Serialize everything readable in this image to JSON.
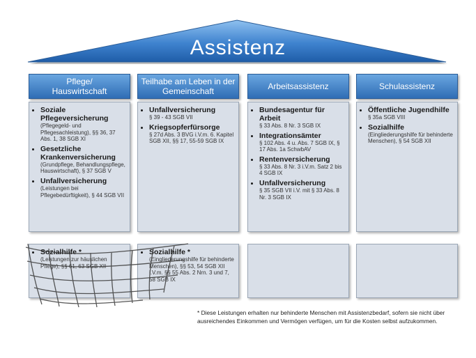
{
  "title": "Assistenz",
  "columns": [
    {
      "header": "Pflege/\nHauswirtschaft",
      "items": [
        {
          "title": "Soziale Pflegeversicherung",
          "detail": "(Pflegegeld- und Pflegesachleistung), §§ 36, 37 Abs. 1, 38 SGB XI"
        },
        {
          "title": "Gesetzliche Krankenversicherung",
          "detail": "(Grundpflege, Behandlungspflege, Hauswirtschaft), § 37 SGB V"
        },
        {
          "title": "Unfallversicherung",
          "detail": "(Leistungen bei Pflegebedürftigkeit), § 44 SGB VII"
        }
      ],
      "lower": {
        "title": "Sozialhilfe *",
        "detail": "(Leistungen zur häuslichen Pflege), §§ 61, 63 SGB XII"
      }
    },
    {
      "header": "Teilhabe am Leben in der Gemeinschaft",
      "items": [
        {
          "title": "Unfallversicherung",
          "detail": "§ 39 - 43 SGB VII"
        },
        {
          "title": "Kriegsopferfürsorge",
          "detail": "§ 27d Abs. 3 BVG i.V.m. 6. Kapitel SGB XII, §§ 17, 55-59 SGB IX"
        }
      ],
      "lower": {
        "title": "Sozialhilfe *",
        "detail": "(Eingliederungshilfe für behinderte Menschen), §§ 53, 54 SGB XII i.V.m. §§ 55 Abs. 2 Nrn. 3 und 7, 58 SGB IX"
      }
    },
    {
      "header": "Arbeitsassistenz",
      "items": [
        {
          "title": "Bundesagentur für Arbeit",
          "detail": "§ 33 Abs. 8 Nr. 3 SGB IX"
        },
        {
          "title": "Integrationsämter",
          "detail": "§ 102 Abs. 4 u. Abs. 7 SGB IX, § 17 Abs. 1a SchwbAV"
        },
        {
          "title": "Rentenversicherung",
          "detail": "§ 33 Abs. 8 Nr. 3 i.V.m. Satz 2 bis 4 SGB IX"
        },
        {
          "title": "Unfallversicherung",
          "detail": "§ 35 SGB VII i.V. mit § 33 Abs. 8 Nr. 3 SGB IX"
        }
      ],
      "lower": null
    },
    {
      "header": "Schulassistenz",
      "items": [
        {
          "title": "Öffentliche Jugendhilfe",
          "detail": "§ 35a SGB VIII"
        },
        {
          "title": "Sozialhilfe",
          "detail": "(Eingliederungshilfe für behinderte Menschen), § 54 SGB XII"
        }
      ],
      "lower": null
    }
  ],
  "footnote": "* Diese Leistungen erhalten nur behinderte Menschen mit Assistenzbedarf, sofern sie nicht über ausreichendes Einkommen und Vermögen verfügen, um für die Kosten selbst aufzukommen."
}
